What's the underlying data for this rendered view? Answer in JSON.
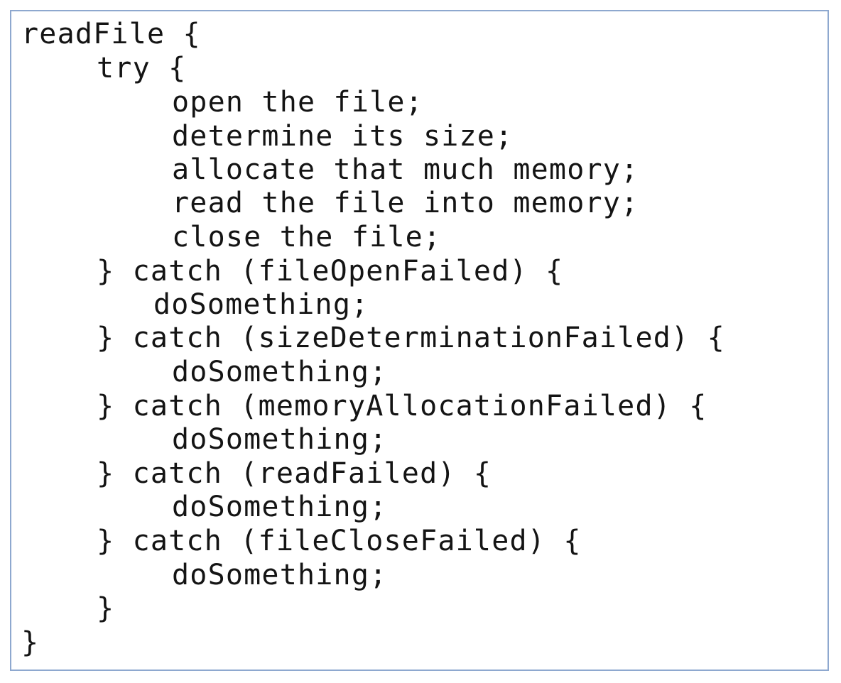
{
  "code": {
    "lines": [
      {
        "text": "readFile {",
        "indent": 0
      },
      {
        "text": "try {",
        "indent": 1
      },
      {
        "text": "open the file;",
        "indent": 2
      },
      {
        "text": "determine its size;",
        "indent": 2
      },
      {
        "text": "allocate that much memory;",
        "indent": 2
      },
      {
        "text": "read the file into memory;",
        "indent": 2
      },
      {
        "text": "close the file;",
        "indent": 2
      },
      {
        "text": "} catch (fileOpenFailed) {",
        "indent": 1
      },
      {
        "text": "doSomething;",
        "indent": 2
      },
      {
        "text": "} catch (sizeDeterminationFailed) {",
        "indent": 1
      },
      {
        "text": "doSomething;",
        "indent": 2
      },
      {
        "text": "} catch (memoryAllocationFailed) {",
        "indent": 1
      },
      {
        "text": "doSomething;",
        "indent": 2
      },
      {
        "text": "} catch (readFailed) {",
        "indent": 1
      },
      {
        "text": "doSomething;",
        "indent": 2
      },
      {
        "text": "} catch (fileCloseFailed) {",
        "indent": 1
      },
      {
        "text": "doSomething;",
        "indent": 2
      },
      {
        "text": "}",
        "indent": 1
      },
      {
        "text": "}",
        "indent": 0
      }
    ]
  }
}
